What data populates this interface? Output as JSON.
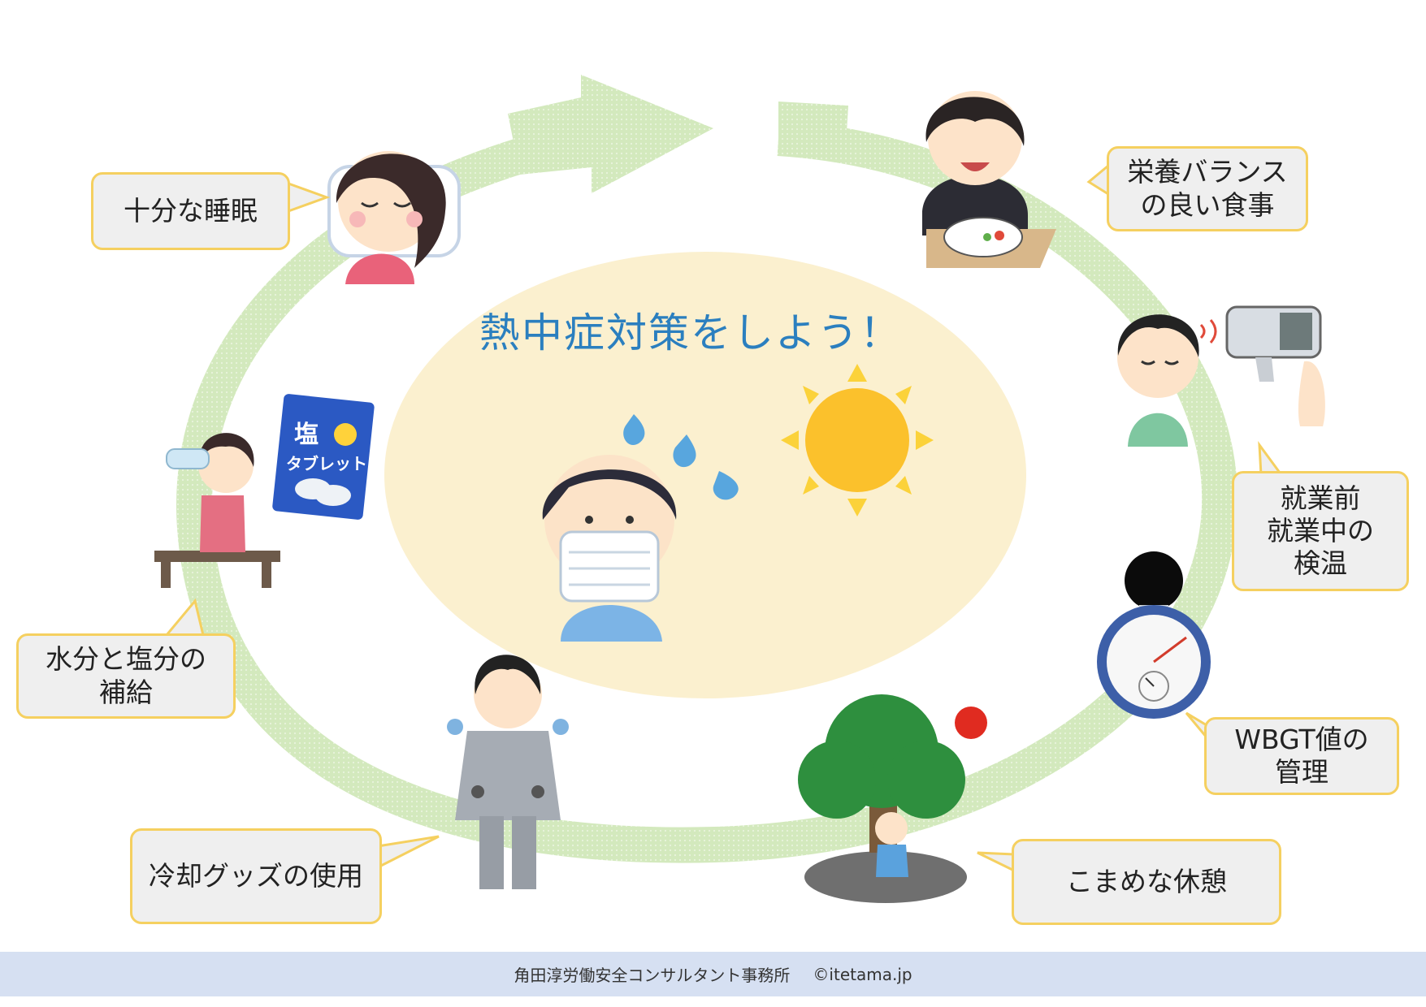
{
  "title": "熱中症対策をしよう！",
  "callouts": {
    "sleep": "十分な睡眠",
    "meal": "栄養バランス\nの良い食事",
    "temp_check": "就業前\n就業中の\n検温",
    "wbgt": "WBGT値の\n管理",
    "rest": "こまめな休憩",
    "cooling": "冷却グッズの使用",
    "water": "水分と塩分の\n補給"
  },
  "salt_package": {
    "line1": "塩",
    "line2": "タブレット"
  },
  "footer": {
    "office": "角田淳労働安全コンサルタント事務所",
    "credit": "©itetama.jp"
  },
  "colors": {
    "cycle_arrow": "#cfe6b8",
    "center_ellipse": "#fbf0cf",
    "callout_border": "#f5d060",
    "callout_fill": "#efefef",
    "title_text": "#2b7fbf",
    "footer_bar": "#d6e0f2"
  },
  "illustrations": [
    "sleeping-woman",
    "eating-woman",
    "thermometer-check-man",
    "wbgt-meter",
    "tree-rest-boy",
    "cooling-vest-worker",
    "drinking-girl",
    "salt-tablet-package",
    "sweating-masked-man",
    "sun"
  ]
}
